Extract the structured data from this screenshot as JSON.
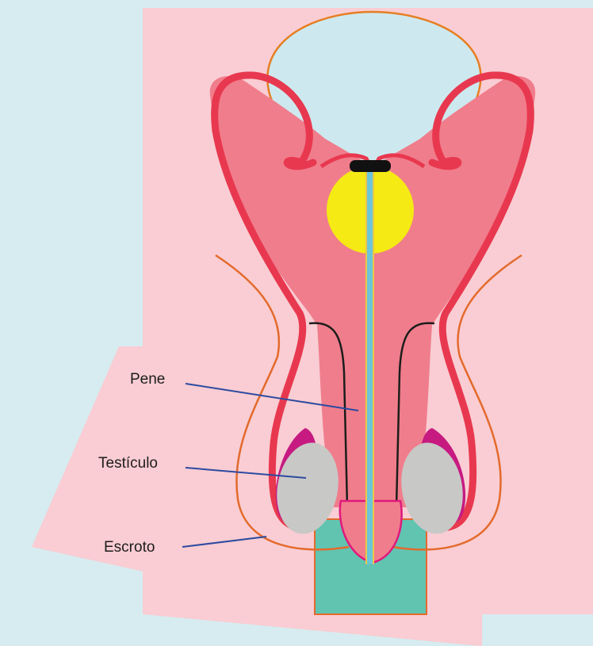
{
  "labels": {
    "pene": "Pene",
    "testiculo": "Testículo",
    "escroto": "Escroto"
  },
  "colors": {
    "background": "#d6ecf0",
    "panel": "#f9cdd3",
    "bladder": "#cde9ef",
    "bladder_outline": "#e67e22",
    "duct": "#e8384f",
    "body_fill": "#f07d8c",
    "prostate": "#f5ea14",
    "urethra_blue": "#6cc5d9",
    "urethra_yellow": "#e8c84a",
    "epididymis": "#c61a81",
    "testis": "#c8c8c6",
    "glans_outline": "#e0197d",
    "leg": "#60c4b1",
    "scrotum_outline": "#e46a2c",
    "leader_line": "#2d4aa0",
    "corpus_line": "#1d1d1b"
  }
}
